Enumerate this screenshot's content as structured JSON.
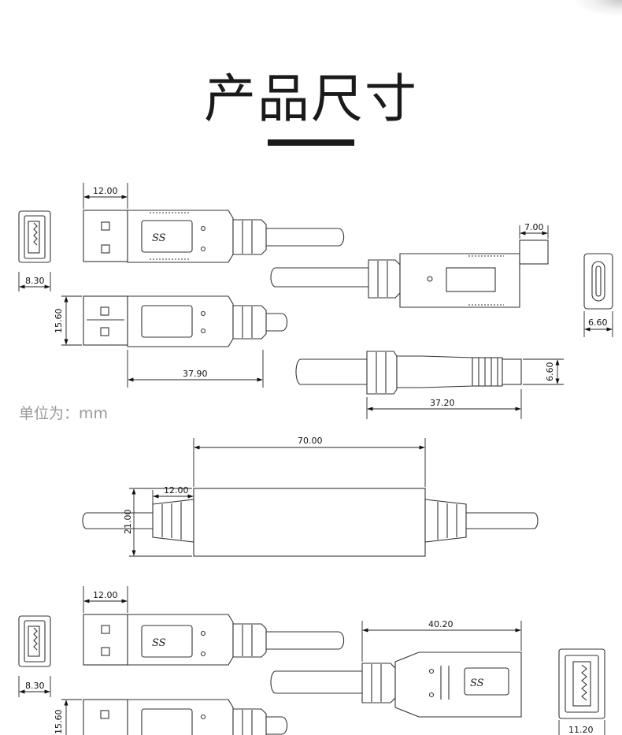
{
  "title": "产品尺寸",
  "unit_note": "单位为：mm",
  "logo_text": "SS",
  "dimensions": {
    "top_usb_a_width": "12.00",
    "top_port_a_width": "8.30",
    "top_plug_height": "15.60",
    "top_plug_length": "37.90",
    "typec_thickness": "7.00",
    "typec_port_width": "6.60",
    "typec_side_height": "6.60",
    "typec_length": "37.20",
    "box_length": "70.00",
    "box_strain_width": "12.00",
    "box_height": "21.00",
    "bottom_usb_a_width": "12.00",
    "bottom_port_a_width": "8.30",
    "bottom_plug_height": "15.60",
    "female_length": "40.20",
    "female_port_width": "11.20"
  }
}
